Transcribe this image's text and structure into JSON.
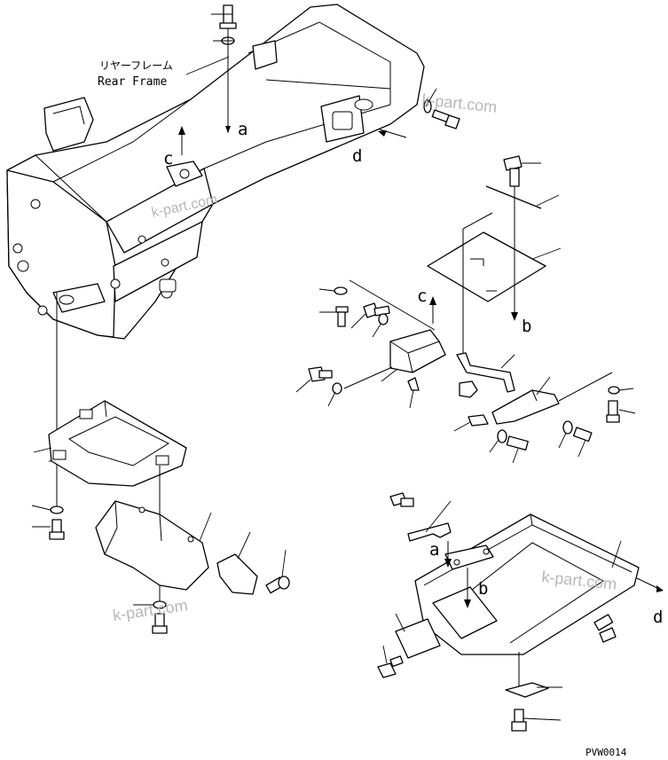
{
  "labels": {
    "frame_jp": "リヤーフレーム",
    "frame_en": "Rear Frame",
    "ref_a": "a",
    "ref_b": "b",
    "ref_c": "c",
    "ref_d": "d",
    "figure_code": "PVW0014"
  },
  "watermark": "k-part.com",
  "colors": {
    "line": "#000000",
    "background": "#ffffff",
    "watermark": "#b7b7b7"
  }
}
